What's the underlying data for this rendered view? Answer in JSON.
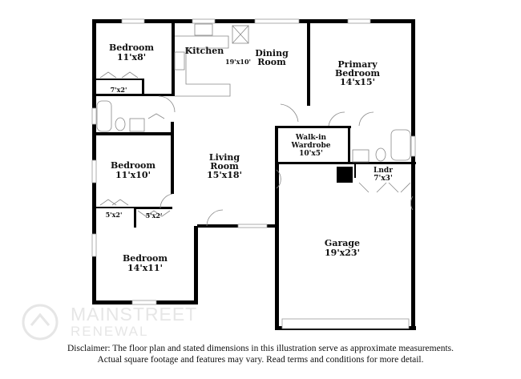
{
  "rooms": {
    "bedroom1": {
      "name": "Bedroom",
      "size": "11'x8'"
    },
    "closet1": {
      "size": "7'x2'"
    },
    "kitchen": {
      "name": "Kitchen"
    },
    "kitchen_dining_size": "19'x10'",
    "dining": {
      "name_line1": "Dining",
      "name_line2": "Room"
    },
    "primary": {
      "name_line1": "Primary",
      "name_line2": "Bedroom",
      "size": "14'x15'"
    },
    "walkin": {
      "name_line1": "Walk-in",
      "name_line2": "Wardrobe",
      "size": "10'x5'"
    },
    "bedroom2": {
      "name": "Bedroom",
      "size": "11'x10'"
    },
    "living": {
      "name_line1": "Living",
      "name_line2": "Room",
      "size": "15'x18'"
    },
    "laundry": {
      "name": "Lndr",
      "size": "7'x3'"
    },
    "closet2": {
      "size": "5'x2'"
    },
    "closet3": {
      "size": "5'x2'"
    },
    "bedroom3": {
      "name": "Bedroom",
      "size": "14'x11'"
    },
    "garage": {
      "name": "Garage",
      "size": "19'x23'"
    }
  },
  "logo": {
    "line1": "MAINSTREET",
    "line2": "RENEWAL"
  },
  "disclaimer": {
    "line1": "Disclaimer: The floor plan and stated dimensions in this illustration serve as approximate measurements.",
    "line2": "Actual square footage and features may vary. Read terms and conditions for more detail."
  }
}
